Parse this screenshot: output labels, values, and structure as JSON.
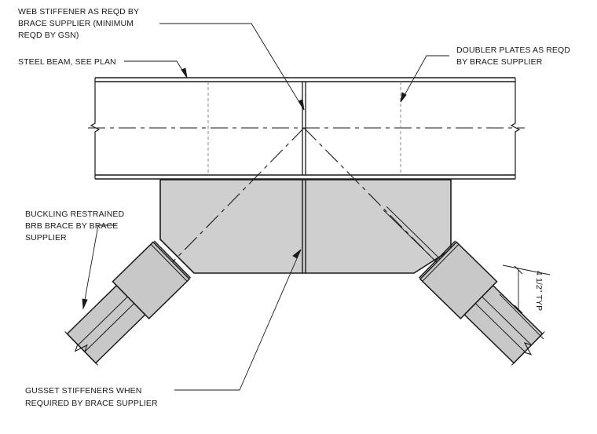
{
  "notes": {
    "web_stiffener": [
      "WEB STIFFENER AS REQD BY",
      "BRACE SUPPLIER (MINIMUM",
      "REQD BY GSN)"
    ],
    "steel_beam": [
      "STEEL BEAM, SEE PLAN"
    ],
    "doubler_plates": [
      "DOUBLER PLATES AS REQD",
      "BY BRACE SUPPLIER"
    ],
    "brb_brace": [
      "BUCKLING RESTRAINED",
      "BRB BRACE BY BRACE",
      "SUPPLIER"
    ],
    "gusset_stiffeners": [
      "GUSSET STIFFENERS WHEN",
      "REQUIRED BY BRACE SUPPLIER"
    ]
  },
  "dimension": {
    "label": "4 1/2\" TYP"
  },
  "colors": {
    "line": "#1a1a1a",
    "gusset_fill": "#cfcfcf",
    "brace_fill": "#c8c8c8",
    "hidden": "#8a8a8a"
  }
}
